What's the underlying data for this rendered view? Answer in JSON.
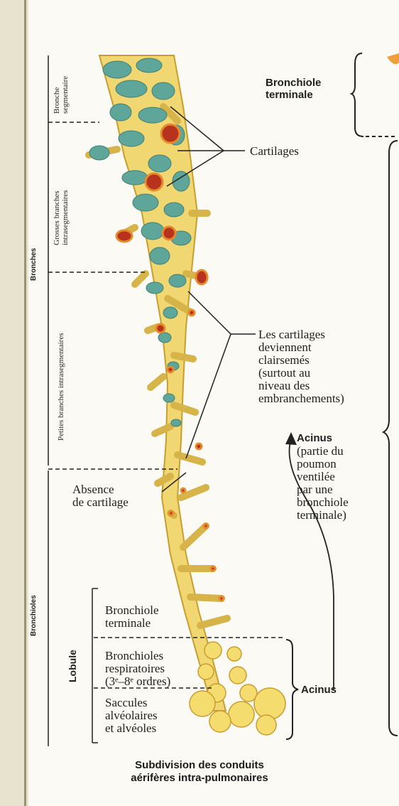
{
  "labels": {
    "bronchiole_terminale_top": [
      "Bronchiole",
      "terminale"
    ],
    "cartilages": "Cartilages",
    "clairsemes": [
      "Les cartilages",
      "deviennent",
      "clairsemés",
      "(surtout au",
      "niveau des",
      "embranchements)"
    ],
    "acinus_desc_title": "Acinus",
    "acinus_desc": [
      "(partie du",
      "poumon",
      "ventilée",
      "par une",
      "bronchiole",
      "terminale)"
    ],
    "absence": [
      "Absence",
      "de cartilage"
    ],
    "bronchiole_terminale_low": [
      "Bronchiole",
      "terminale"
    ],
    "respiratoires": [
      "Bronchioles",
      "respiratoires",
      "(3ᵉ–8ᵉ ordres)"
    ],
    "saccules": [
      "Saccules",
      "alvéolaires",
      "et alvéoles"
    ],
    "acinus_bottom": "Acinus"
  },
  "vertical_labels": {
    "bronche_segmentaire": [
      "Bronche",
      "segmentaire"
    ],
    "grosses_branches": [
      "Grosses branches",
      "intrasegmentaires"
    ],
    "petites_branches": "Petites branches intrasegmentaires",
    "bronches": "Bronches",
    "bronchioles": "Bronchioles",
    "lobule": "Lobule"
  },
  "caption": [
    "Subdivision des conduits",
    "aérifères intra-pulmonaires"
  ],
  "colors": {
    "cartilage": "#5fa69a",
    "airway": "#f1d771",
    "lumen": "#b8331d",
    "alveoli": "#f5dc6f"
  }
}
